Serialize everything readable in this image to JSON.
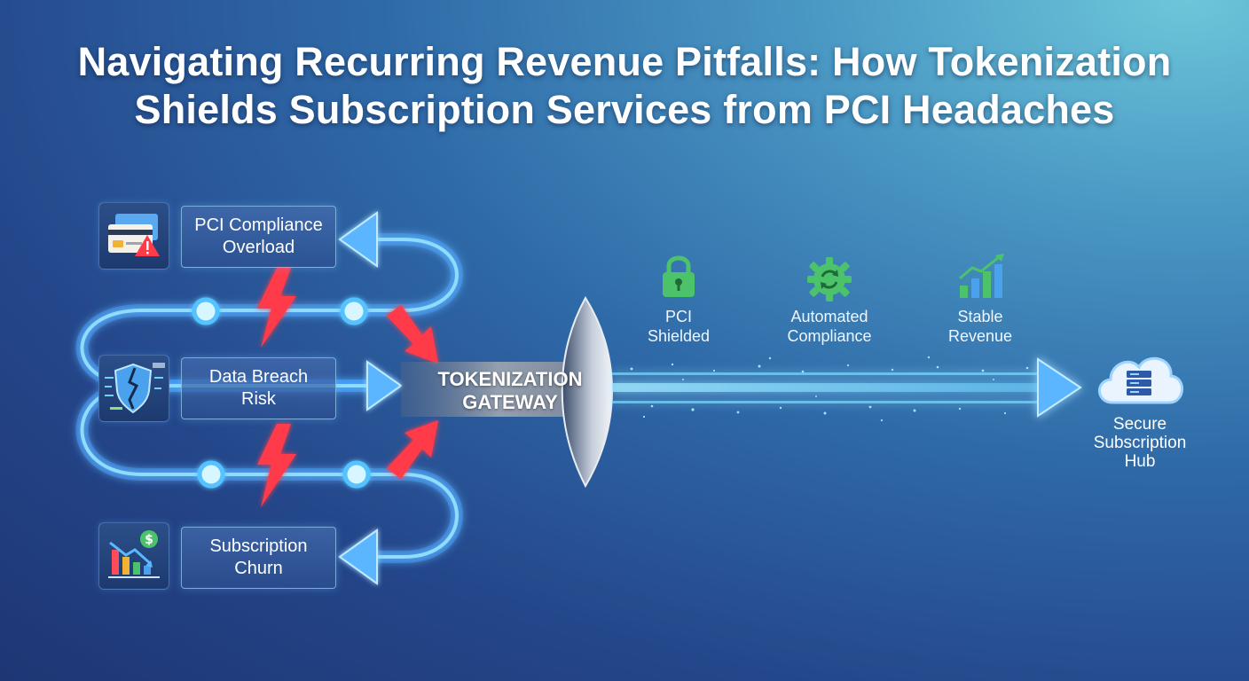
{
  "title": {
    "line1": "Navigating Recurring Revenue Pitfalls: How Tokenization",
    "line2": "Shields Subscription Services from PCI Headaches"
  },
  "pitfalls": [
    {
      "line1": "PCI Compliance",
      "line2": "Overload",
      "icon": "credit-card-warning-icon"
    },
    {
      "line1": "Data Breach",
      "line2": "Risk",
      "icon": "cracked-shield-icon"
    },
    {
      "line1": "Subscription",
      "line2": "Churn",
      "icon": "declining-revenue-chart-icon"
    }
  ],
  "gateway": {
    "line1": "TOKENIZATION",
    "line2": "GATEWAY"
  },
  "benefits": [
    {
      "line1": "PCI",
      "line2": "Shielded",
      "icon": "padlock-icon",
      "color": "#4cc36a"
    },
    {
      "line1": "Automated",
      "line2": "Compliance",
      "icon": "gear-refresh-icon",
      "color": "#4cc36a"
    },
    {
      "line1": "Stable",
      "line2": "Revenue",
      "icon": "growth-chart-icon",
      "color": "#4cc36a"
    }
  ],
  "destination": {
    "line1": "Secure",
    "line2": "Subscription",
    "line3": "Hub",
    "icon": "cloud-server-icon"
  },
  "colors": {
    "flow": "#6fd0ff",
    "warning": "#ff3b4a",
    "benefit": "#4cc36a"
  }
}
